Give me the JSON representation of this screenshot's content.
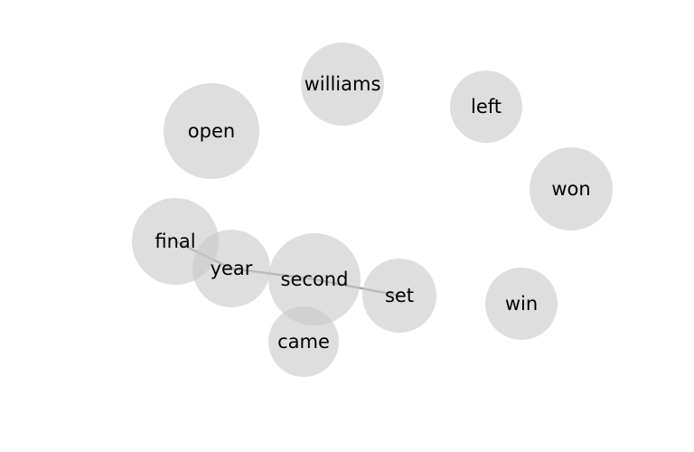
{
  "diagram": {
    "nodes": [
      {
        "id": "williams",
        "label": "williams"
      },
      {
        "id": "left",
        "label": "left"
      },
      {
        "id": "open",
        "label": "open"
      },
      {
        "id": "won",
        "label": "won"
      },
      {
        "id": "final",
        "label": "final"
      },
      {
        "id": "year",
        "label": "year"
      },
      {
        "id": "second",
        "label": "second"
      },
      {
        "id": "set",
        "label": "set"
      },
      {
        "id": "win",
        "label": "win"
      },
      {
        "id": "came",
        "label": "came"
      }
    ],
    "edges": [
      {
        "source": "final",
        "target": "year"
      },
      {
        "source": "year",
        "target": "second"
      },
      {
        "source": "second",
        "target": "set"
      }
    ],
    "colors": {
      "node_fill": "#c8c8c8",
      "edge": "#a9a9a9",
      "label": "#000000",
      "background": "#ffffff"
    }
  }
}
